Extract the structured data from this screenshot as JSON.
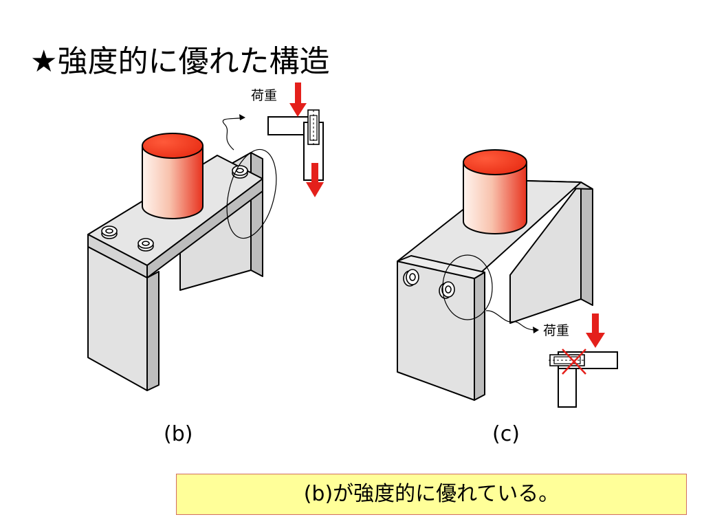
{
  "slide": {
    "title": "★強度的に優れた構造",
    "conclusion": "(b)が強度的に優れている。"
  },
  "diagram_b": {
    "label": "(b)",
    "load_label": "荷重"
  },
  "diagram_c": {
    "label": "(c)",
    "load_label": "荷重"
  },
  "colors": {
    "cylinder_red": "#e8321e",
    "arrow_red": "#e4201b",
    "structure_gray": "#e2e2e2",
    "box_fill": "#ffff99",
    "box_border": "#d26d5f"
  }
}
